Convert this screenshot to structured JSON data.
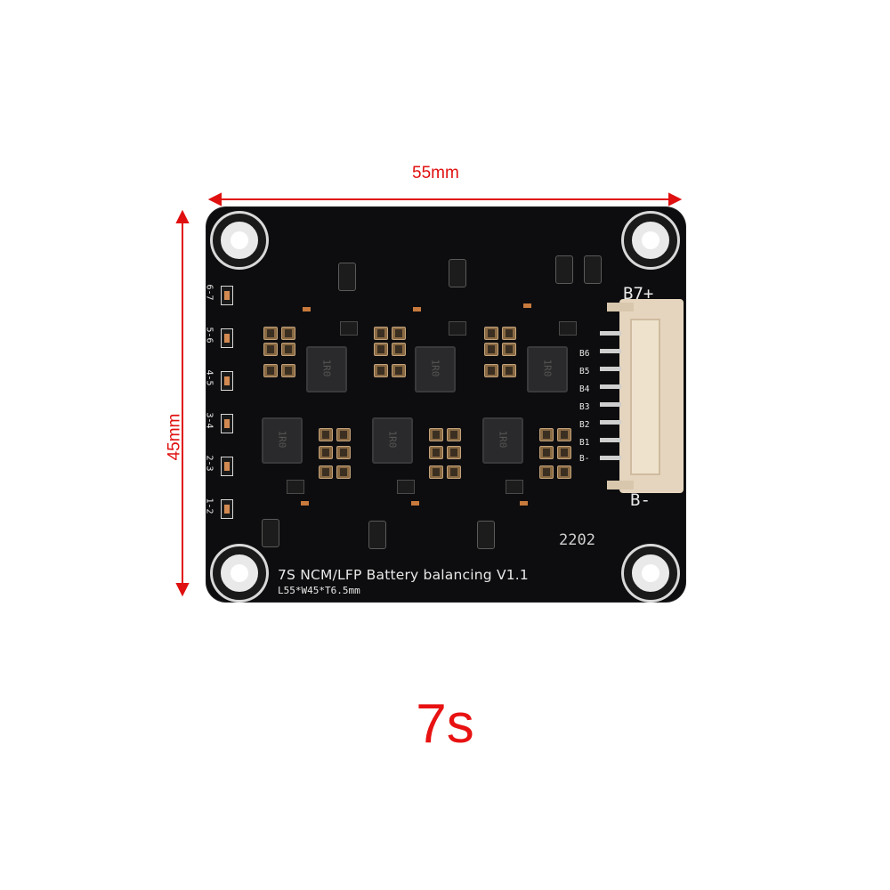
{
  "dimensions": {
    "width_label": "55mm",
    "height_label": "45mm",
    "color": "#e01010"
  },
  "board": {
    "title": "7S NCM/LFP Battery balancing V1.1",
    "size_text": "L55*W45*T6.5mm",
    "date_code": "2202",
    "b_plus": "B7+",
    "b_minus": "B-",
    "connector_pins": [
      "B6",
      "B5",
      "B4",
      "B3",
      "B2",
      "B1",
      "B-"
    ],
    "led_labels": [
      "6-7",
      "5-6",
      "4-5",
      "3-4",
      "2-3",
      "1-2"
    ],
    "inductor_marking": "1R0"
  },
  "caption": {
    "text": "7s",
    "color": "#e81212"
  }
}
